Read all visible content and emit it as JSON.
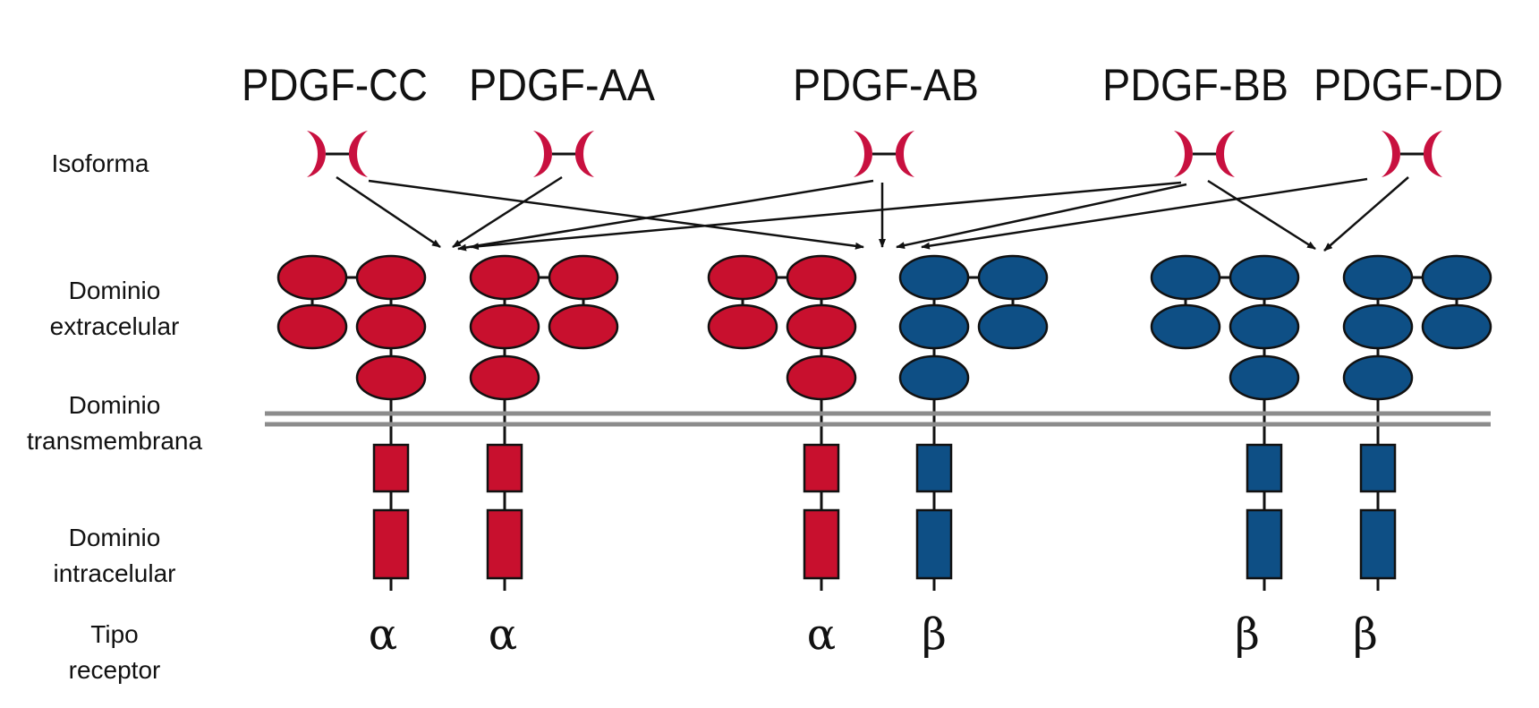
{
  "row_labels": {
    "isoforma": "Isoforma",
    "extracelular": [
      "Dominio",
      "extracelular"
    ],
    "transmembrana": [
      "Dominio",
      "transmembrana"
    ],
    "intracelular": [
      "Dominio",
      "intracelular"
    ],
    "tipo_receptor": [
      "Tipo",
      "receptor"
    ]
  },
  "isoforms": [
    "PDGF-CC",
    "PDGF-AA",
    "PDGF-AB",
    "PDGF-BB",
    "PDGF-DD"
  ],
  "receptors": [
    {
      "type": "α"
    },
    {
      "type": "α"
    },
    {
      "type": "α"
    },
    {
      "type": "β"
    },
    {
      "type": "β"
    },
    {
      "type": "β"
    }
  ],
  "colors": {
    "alpha": "#c8102e",
    "beta": "#0e4f85",
    "membrane": "#8c8c8c",
    "ligand": "#c8103f",
    "line": "#111111"
  }
}
